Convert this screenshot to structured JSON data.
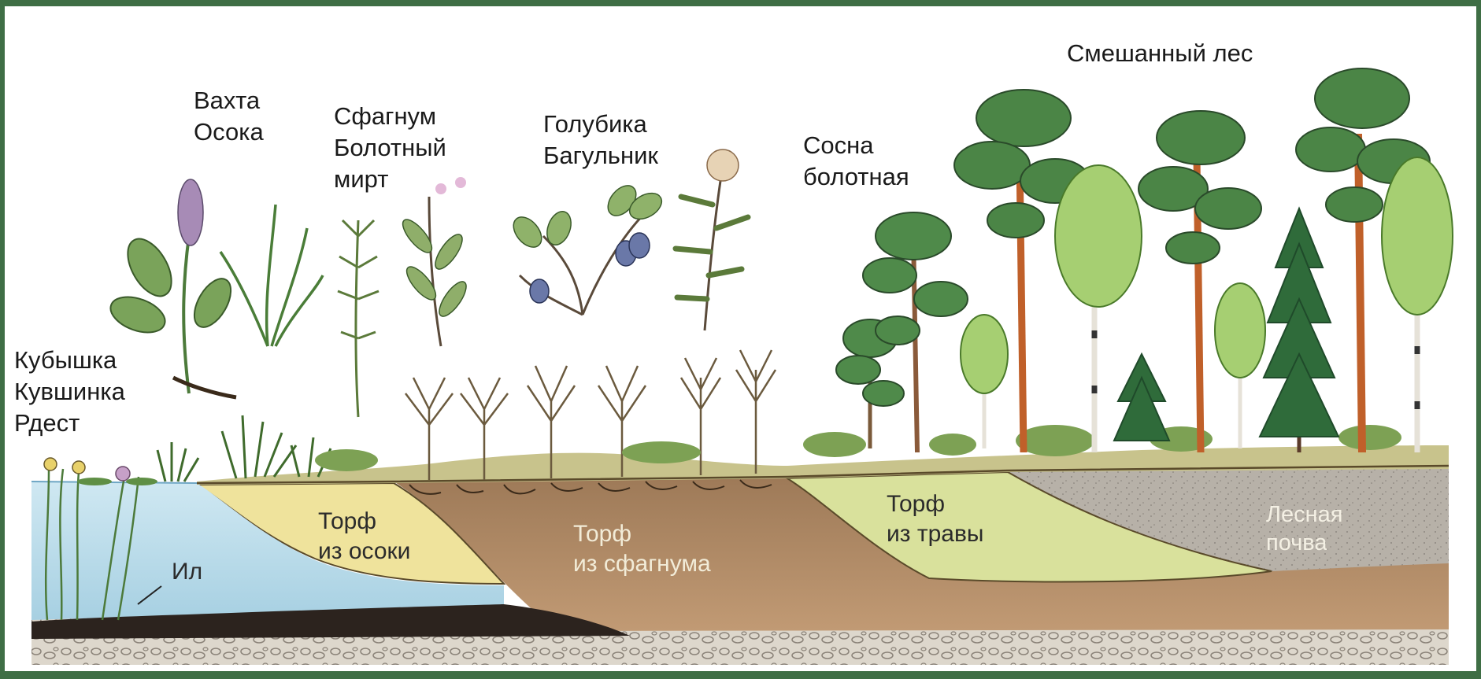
{
  "labels": {
    "aquatic": [
      "Кубышка",
      "Кувшинка",
      "Рдест"
    ],
    "bogbean": [
      "Вахта",
      "Осока"
    ],
    "sphagnum": [
      "Сфагнум",
      "Болотный",
      "мирт"
    ],
    "blueberry": [
      "Голубика",
      "Багульник"
    ],
    "bog_pine": [
      "Сосна",
      "болотная"
    ],
    "mixed_forest": "Смешанный лес",
    "silt": "Ил",
    "peat_sedge": [
      "Торф",
      "из осоки"
    ],
    "peat_sphagnum": [
      "Торф",
      "из сфагнума"
    ],
    "peat_grass": [
      "Торф",
      "из травы"
    ],
    "forest_soil": [
      "Лесная",
      "почва"
    ]
  },
  "colors": {
    "frame": "#3f6e45",
    "water": "#b9dcea",
    "silt": "#2d2520",
    "peat_sedge": "#efe39a",
    "peat_sphagnum": "#b48a64",
    "peat_grass": "#d8e09a",
    "forest_soil": "#b3ada4",
    "ground_surface": "#c9c48c",
    "bedrock": "#d8d2c6"
  }
}
